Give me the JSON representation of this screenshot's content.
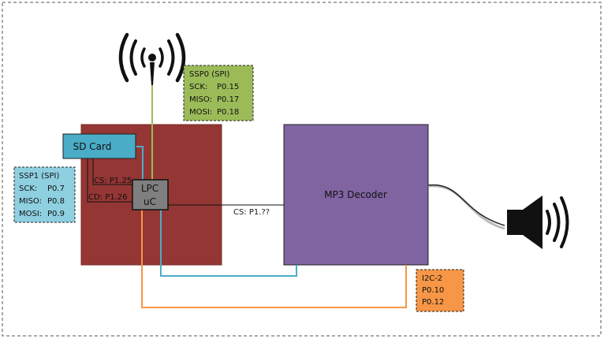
{
  "diagram": {
    "sd_card": {
      "label": "SD Card"
    },
    "lpc": {
      "line1": "LPC",
      "line2": "uC"
    },
    "mp3": {
      "label": "MP3 Decoder"
    },
    "wires": {
      "cs_sd": "CS: P1.25",
      "cd_sd": "CD: P1.26",
      "cs_mp3": "CS: P1.??"
    },
    "ssp0": {
      "title": "SSP0 (SPI)",
      "rows": [
        {
          "name": "SCK:",
          "pin": "P0.15"
        },
        {
          "name": "MISO:",
          "pin": "P0.17"
        },
        {
          "name": "MOSI:",
          "pin": "P0.18"
        }
      ]
    },
    "ssp1": {
      "title": "SSP1 (SPI)",
      "rows": [
        {
          "name": "SCK:",
          "pin": "P0.7"
        },
        {
          "name": "MISO:",
          "pin": "P0.8"
        },
        {
          "name": "MOSI:",
          "pin": "P0.9"
        }
      ]
    },
    "i2c": {
      "title": "I2C-2",
      "rows": [
        "P0.10",
        "P0.12"
      ]
    },
    "icons": {
      "antenna": "antenna-icon",
      "speaker": "speaker-icon"
    },
    "colors": {
      "board": "#943634",
      "sd_card": "#4aacc6",
      "lpc": "#7f7f7f",
      "mp3": "#8064a2",
      "spi_green": "#9bbb59",
      "spi_blue": "#4bacc6",
      "i2c_orange": "#f79646"
    }
  }
}
